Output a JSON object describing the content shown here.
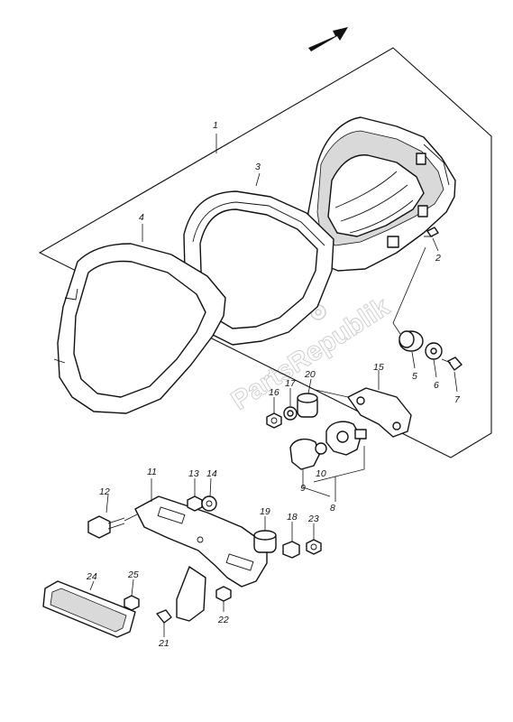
{
  "watermark": "PartsRepublik",
  "callouts": [
    {
      "id": "1",
      "label": "1"
    },
    {
      "id": "2",
      "label": "2"
    },
    {
      "id": "3",
      "label": "3"
    },
    {
      "id": "4",
      "label": "4"
    },
    {
      "id": "5",
      "label": "5"
    },
    {
      "id": "6",
      "label": "6"
    },
    {
      "id": "7",
      "label": "7"
    },
    {
      "id": "8",
      "label": "8"
    },
    {
      "id": "9",
      "label": "9"
    },
    {
      "id": "10",
      "label": "10"
    },
    {
      "id": "11",
      "label": "11"
    },
    {
      "id": "12",
      "label": "12"
    },
    {
      "id": "13",
      "label": "13"
    },
    {
      "id": "14",
      "label": "14"
    },
    {
      "id": "15",
      "label": "15"
    },
    {
      "id": "16",
      "label": "16"
    },
    {
      "id": "17",
      "label": "17"
    },
    {
      "id": "18",
      "label": "18"
    },
    {
      "id": "19",
      "label": "19"
    },
    {
      "id": "20",
      "label": "20"
    },
    {
      "id": "21",
      "label": "21"
    },
    {
      "id": "22",
      "label": "22"
    },
    {
      "id": "23",
      "label": "23"
    },
    {
      "id": "24",
      "label": "24"
    },
    {
      "id": "25",
      "label": "25"
    }
  ]
}
